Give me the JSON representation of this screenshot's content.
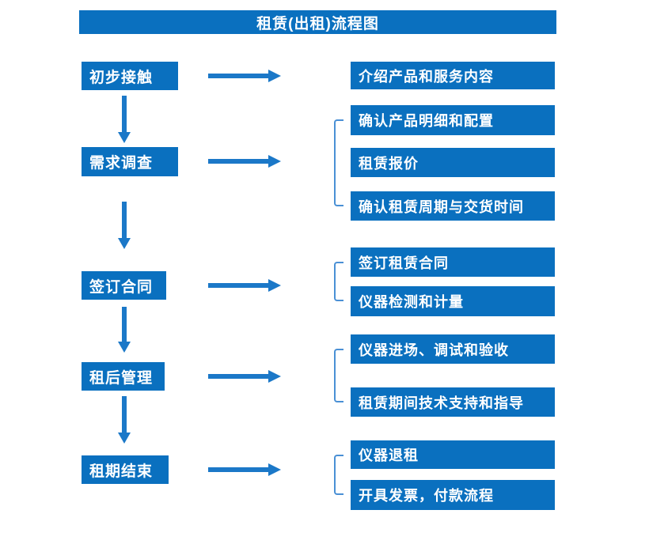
{
  "title": "租赁(出租)流程图",
  "colors": {
    "box": "#0a70bf",
    "arrow": "#1b78c8",
    "bracket": "#4a90d5",
    "text": "#ffffff",
    "background": "#ffffff"
  },
  "steps": [
    {
      "label": "初步接触",
      "details": [
        "介绍产品和服务内容"
      ]
    },
    {
      "label": "需求调查",
      "details": [
        "确认产品明细和配置",
        "租赁报价",
        "确认租赁周期与交货时间"
      ]
    },
    {
      "label": "签订合同",
      "details": [
        "签订租赁合同",
        "仪器检测和计量"
      ]
    },
    {
      "label": "租后管理",
      "details": [
        "仪器进场、调试和验收",
        "租赁期间技术支持和指导"
      ]
    },
    {
      "label": "租期结束",
      "details": [
        "仪器退租",
        "开具发票，付款流程"
      ]
    }
  ]
}
